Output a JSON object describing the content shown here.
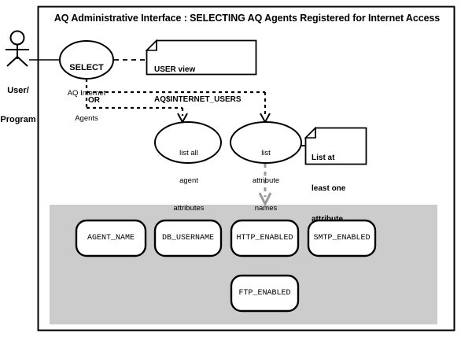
{
  "diagram": {
    "title": "AQ Administrative Interface : SELECTING AQ Agents Registered for Internet Access",
    "colors": {
      "stroke": "#000000",
      "panel_fill": "#cccccc",
      "gray_arrow": "#999999",
      "background": "#ffffff"
    }
  },
  "actor": {
    "name": "User/Program",
    "label_line1": "User/",
    "label_line2": "Program"
  },
  "usecases": [
    {
      "id": "select-aq-internet-agents",
      "line1": "SELECT",
      "line2": "AQ Internet",
      "line3": "Agents"
    },
    {
      "id": "list-all-agent-attributes",
      "line1": "list all",
      "line2": "agent",
      "line3": "attributes"
    },
    {
      "id": "list-attribute-names",
      "line1": "list",
      "line2": "attribute",
      "line3": "names"
    }
  ],
  "notes": [
    {
      "id": "user-view-note",
      "line1": "USER view",
      "line2": "AQ$INTERNET_USERS"
    },
    {
      "id": "least-one-attribute-note",
      "line1": "List at",
      "line2": "least one",
      "line3": "attribute"
    }
  ],
  "connectors": {
    "or_label": "OR"
  },
  "attributes_panel": {
    "row1": [
      {
        "id": "agent-name",
        "label": "AGENT_NAME"
      },
      {
        "id": "db-username",
        "label": "DB_USERNAME"
      },
      {
        "id": "http-enabled",
        "label": "HTTP_ENABLED"
      },
      {
        "id": "smtp-enabled",
        "label": "SMTP_ENABLED"
      }
    ],
    "row2": [
      {
        "id": "ftp-enabled",
        "label": "FTP_ENABLED"
      }
    ]
  }
}
